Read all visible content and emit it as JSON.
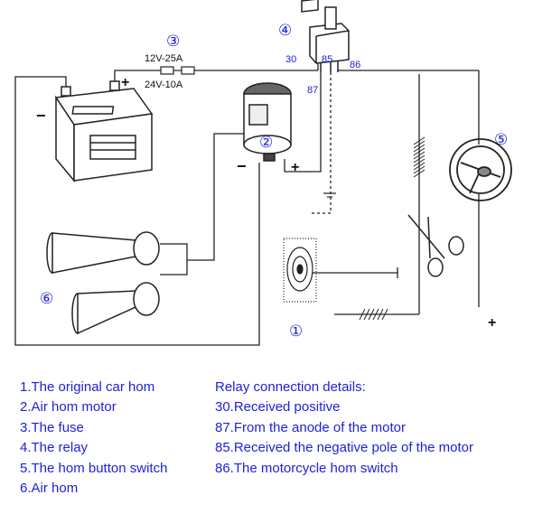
{
  "diagram": {
    "markers": {
      "original_horn": "①",
      "air_horn_motor": "②",
      "fuse": "③",
      "relay": "④",
      "horn_button_switch": "⑤",
      "air_horn": "⑥"
    },
    "fuse_label_12v": "12V-25A",
    "fuse_label_24v": "24V-10A",
    "relay_pins": {
      "p30": "30",
      "p85": "85",
      "p86": "86",
      "p87": "87"
    },
    "signs": {
      "battery_plus": "+",
      "battery_minus": "−",
      "motor_plus": "+",
      "motor_minus": "−",
      "switch_plus": "+"
    }
  },
  "legend_left": [
    "1.The original car hom",
    "2.Air hom motor",
    "3.The fuse",
    "4.The relay",
    "5.The hom button switch",
    "6.Air hom"
  ],
  "legend_right": [
    "Relay connection details:",
    "30.Received positive",
    "87.From the anode of the motor",
    "85.Received the negative pole of the motor",
    "86.The motorcycle hom switch"
  ]
}
